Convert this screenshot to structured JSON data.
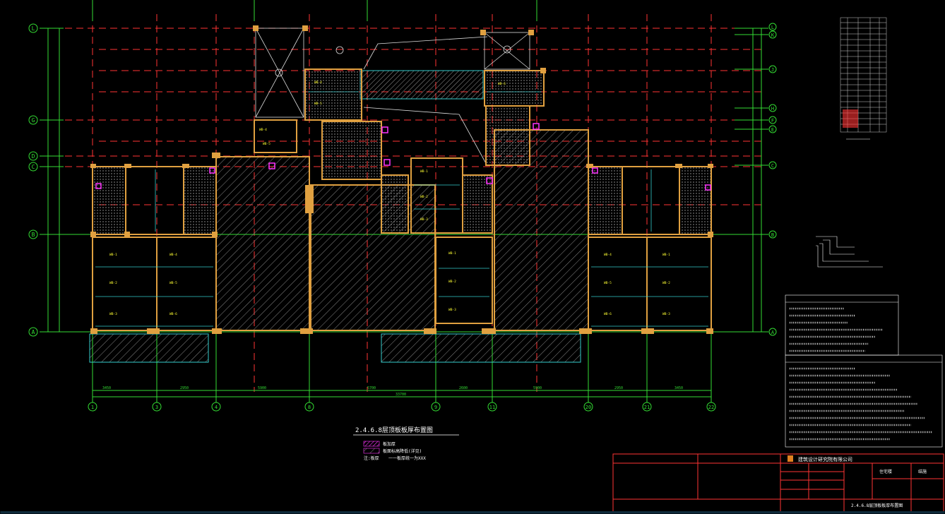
{
  "grid_left_labels": [
    "L",
    "G",
    "D",
    "C",
    "B",
    "A"
  ],
  "grid_right_labels": [
    "L",
    "K",
    "J",
    "H",
    "F",
    "E",
    "C",
    "B",
    "A"
  ],
  "grid_bottom_labels": [
    "1",
    "3",
    "4",
    "8",
    "9",
    "11",
    "20",
    "21",
    "22"
  ],
  "plan_caption": "2.4.6.8层顶板板厚布置图",
  "legend": {
    "item1": "板加厚",
    "item2": "板面标高降低(详见)",
    "note_prefix": "注:板厚",
    "note_text": "一一板厚统一为XXX"
  },
  "slab_labels": [
    "WB-1",
    "WB-2",
    "WB-3",
    "WB-4",
    "WB-5",
    "WB-6"
  ],
  "title_block": {
    "company": "建筑设计研究院有限公司",
    "project": "住宅楼",
    "sheet_label": "结施",
    "drawing_title": "2.4.6.8层顶板板厚布置图"
  },
  "colors": {
    "background": "#000000",
    "axis_red": "#ff3333",
    "grid_green": "#33dd33",
    "wall_orange": "#e0a040",
    "beam_cyan": "#33cccc",
    "text_yellow": "#ffff33",
    "magenta": "#ff33ff",
    "white": "#ffffff"
  }
}
